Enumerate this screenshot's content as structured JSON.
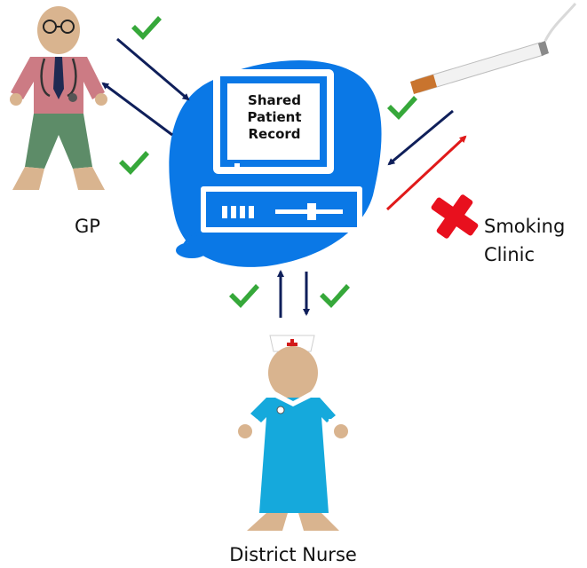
{
  "nodes": {
    "gp": {
      "label": "GP"
    },
    "smoking_clinic": {
      "label_line1": "Smoking",
      "label_line2": "Clinic"
    },
    "district_nurse": {
      "label": "District Nurse"
    },
    "computer": {
      "line1": "Shared",
      "line2": "Patient",
      "line3": "Record"
    }
  },
  "marks": {
    "allowed": "check-mark",
    "denied": "cross-mark"
  },
  "colors": {
    "computer_blue": "#0a78e6",
    "arrow_dark": "#0f1f5a",
    "arrow_denied": "#e01a1a",
    "check_green": "#36a83a",
    "cross_red": "#e8101e"
  }
}
